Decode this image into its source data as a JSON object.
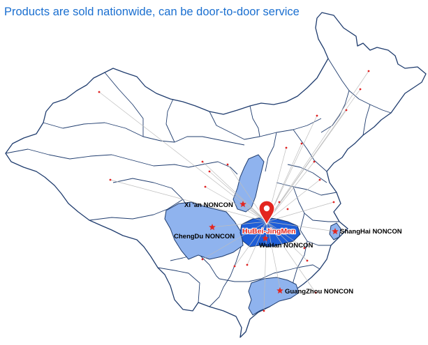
{
  "headline": "Products are sold nationwide, can be door-to-door service",
  "colors": {
    "headline": "#1a6fd0",
    "border": "#1f3c6e",
    "highlight_region": "#8fb3ee",
    "hub_region": "#1e5ed8",
    "star": "#e3261f",
    "pin": "#e3261f",
    "route_line": "#bfbfbf",
    "city_dot": "#e02020"
  },
  "hub": {
    "label": "HuBei-JingMen",
    "icon": "map-pin-icon"
  },
  "offices": [
    {
      "id": "xian",
      "label": "Xi 'an  NONCON",
      "icon": "star-icon"
    },
    {
      "id": "chengdu",
      "label": "ChengDu NONCON",
      "icon": "star-icon"
    },
    {
      "id": "wuhan",
      "label": "WuHan NONCON",
      "icon": "star-icon"
    },
    {
      "id": "shanghai",
      "label": "ShangHai NONCON",
      "icon": "star-icon"
    },
    {
      "id": "guangzhou",
      "label": "GuangZhou NONCON",
      "icon": "star-icon"
    }
  ]
}
